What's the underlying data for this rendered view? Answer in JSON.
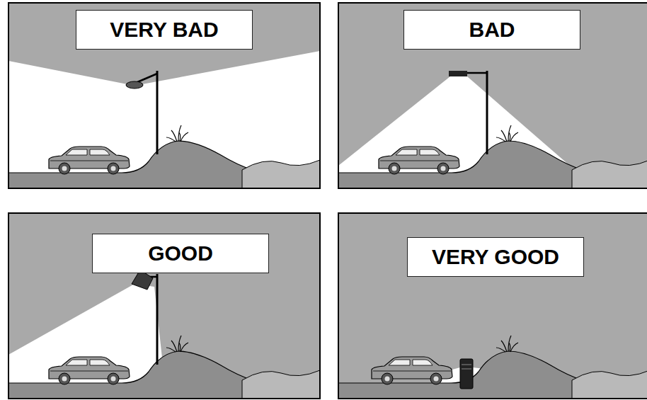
{
  "diagram": {
    "nodes": [
      {
        "text": [
          "VERY BAD"
        ]
      },
      {
        "text": [
          "BAD"
        ]
      },
      {
        "text": [
          "GOOD"
        ]
      },
      {
        "text": [
          "VERY GOOD"
        ]
      }
    ]
  }
}
